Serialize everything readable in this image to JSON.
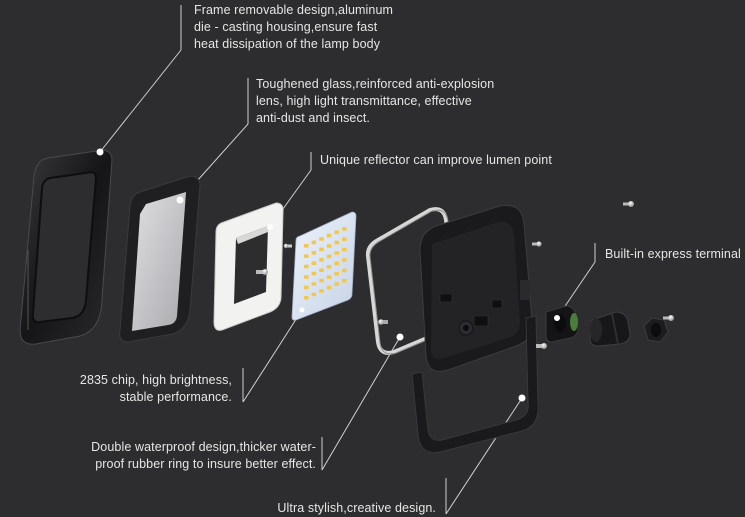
{
  "callouts": {
    "frame": {
      "lines": [
        "Frame removable design,aluminum",
        "die - casting housing,ensure fast",
        "heat dissipation of the lamp body"
      ]
    },
    "glass": {
      "lines": [
        "Toughened glass,reinforced anti-explosion",
        "lens, high light transmittance, effective",
        "anti-dust and insect."
      ]
    },
    "reflector": {
      "lines": [
        "Unique reflector can improve lumen point"
      ]
    },
    "terminal": {
      "lines": [
        "Built-in express terminal"
      ]
    },
    "chip": {
      "lines": [
        "2835 chip, high brightness,",
        "stable performance."
      ]
    },
    "waterproof": {
      "lines": [
        "Double waterproof design,thicker water-",
        "proof rubber ring to insure better effect."
      ]
    },
    "design": {
      "lines": [
        "Ultra stylish,creative design."
      ]
    }
  },
  "colors": {
    "background": "#2d2d2f",
    "text": "#e6e6e6",
    "leader_line": "#d0d0d0",
    "housing": "#1b1b1d",
    "glass": "#c9c9cb",
    "reflector": "#f2f2f0",
    "led_board": "#dfe6f2",
    "led_chip": "#f2c84b"
  }
}
